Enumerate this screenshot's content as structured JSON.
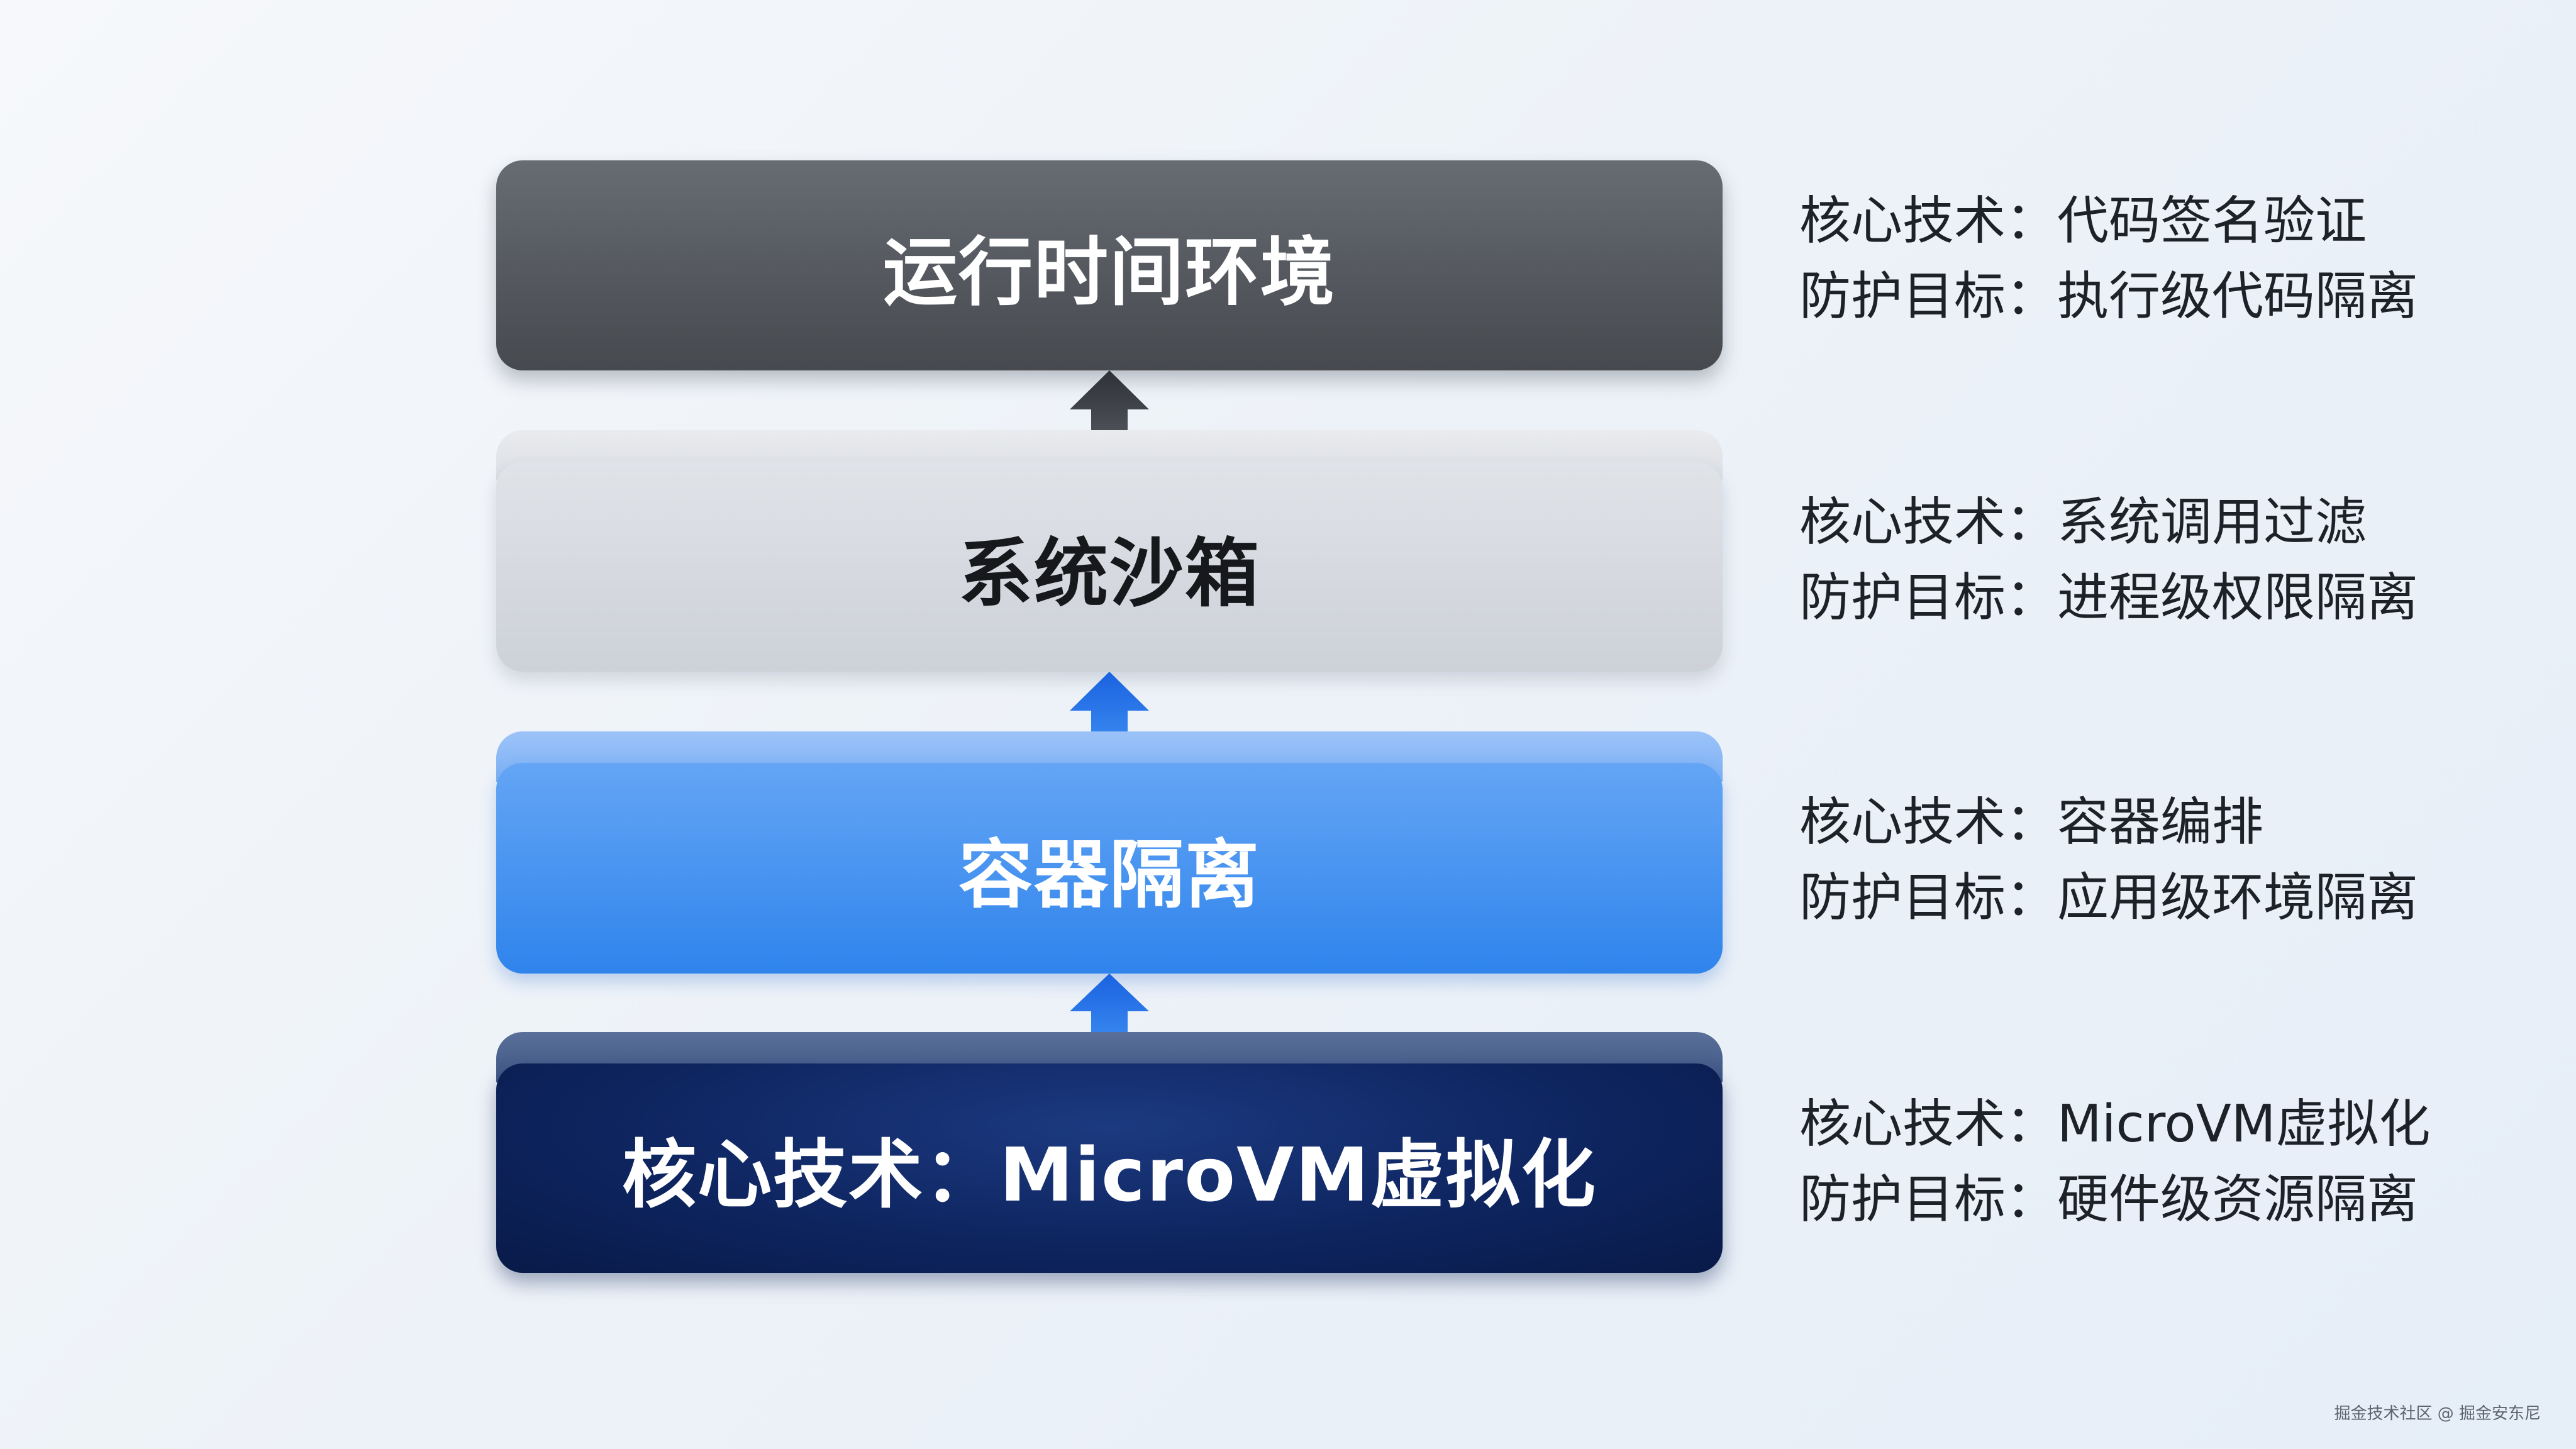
{
  "layers": {
    "runtime": {
      "label": "运行时间环境"
    },
    "sandbox": {
      "label": "系统沙箱"
    },
    "container": {
      "label": "容器隔离"
    },
    "microvm": {
      "label": "核心技术：MicroVM虚拟化"
    }
  },
  "descriptions": {
    "runtime": {
      "tech": "核心技术：代码签名验证",
      "goal": "防护目标：执行级代码隔离"
    },
    "sandbox": {
      "tech": "核心技术：系统调用过滤",
      "goal": "防护目标：进程级权限隔离"
    },
    "container": {
      "tech": "核心技术：容器编排",
      "goal": "防护目标：应用级环境隔离"
    },
    "microvm": {
      "tech": "核心技术：MicroVM虚拟化",
      "goal": "防护目标：硬件级资源隔离"
    }
  },
  "watermark": "掘金技术社区 @ 掘金安东尼",
  "colors": {
    "runtime": "#4d5056",
    "sandbox": "#d3d6dc",
    "container": "#3a8cee",
    "microvm": "#0e2560",
    "arrow_dark": "#3a3d42",
    "arrow_blue": "#1f6fe8"
  }
}
